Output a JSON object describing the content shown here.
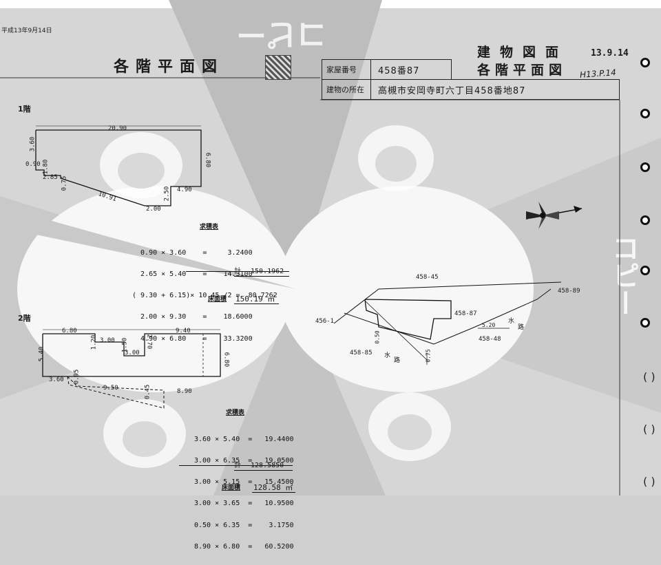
{
  "header": {
    "date": "平成13年9月14日",
    "left_title": "各階平面図",
    "right_title_1": "建物図面",
    "right_title_2": "各階平面図",
    "stamp_date": "13.9.14",
    "handwritten_note": "H13.P.14"
  },
  "form": {
    "house_number_label": "家屋番号",
    "house_number_value": "458番87",
    "location_label": "建物の所在",
    "location_value": "高槻市安岡寺町六丁目458番地87"
  },
  "floor1": {
    "label": "1階",
    "dims": [
      "20.90",
      "3.60",
      "0.90",
      "1.80",
      "2.85",
      "0.75",
      "10.91",
      "2.00",
      "2.50",
      "4.90",
      "6.80"
    ],
    "calc_title": "求積表",
    "calc_rows": [
      "  0.90 × 3.60    =     3.2400",
      "  2.65 × 5.40    =    14.3100",
      "( 9.30 + 6.15)× 10.45 /2 =  80.7262",
      "  2.00 × 9.30    =    18.6000",
      "  4.90 × 6.80    =    33.3200"
    ],
    "calc_total_label": "計",
    "calc_total": "150.1962",
    "area_label": "床面積",
    "area_value": "150.19 ㎡"
  },
  "floor2": {
    "label": "2階",
    "dims": [
      "6.80",
      "9.40",
      "1.20",
      "3.00",
      "1.50",
      "2.70",
      "3.00",
      "5.40",
      "6.80",
      "3.60",
      "0.95",
      "9.50",
      "0.45",
      "8.90"
    ],
    "calc_title": "求積表",
    "calc_rows": [
      "3.60 × 5.40  =   19.4400",
      "3.00 × 6.35  =   19.0500",
      "3.00 × 5.15  =   15.4500",
      "3.00 × 3.65  =   10.9500",
      "0.50 × 6.35  =    3.1750",
      "8.90 × 6.80  =   60.5200"
    ],
    "calc_total_label": "計",
    "calc_total": "128.5850",
    "area_label": "床面積",
    "area_value": "128.58 ㎡"
  },
  "site_plan": {
    "lots": [
      "458-45",
      "458-89",
      "456-1",
      "458-87",
      "458-48",
      "458-85"
    ],
    "water_labels": [
      "水",
      "路",
      "水",
      "路"
    ],
    "dims": [
      "5.20",
      "0.50",
      "0.75"
    ]
  },
  "watermark": {
    "text": "コピー"
  }
}
